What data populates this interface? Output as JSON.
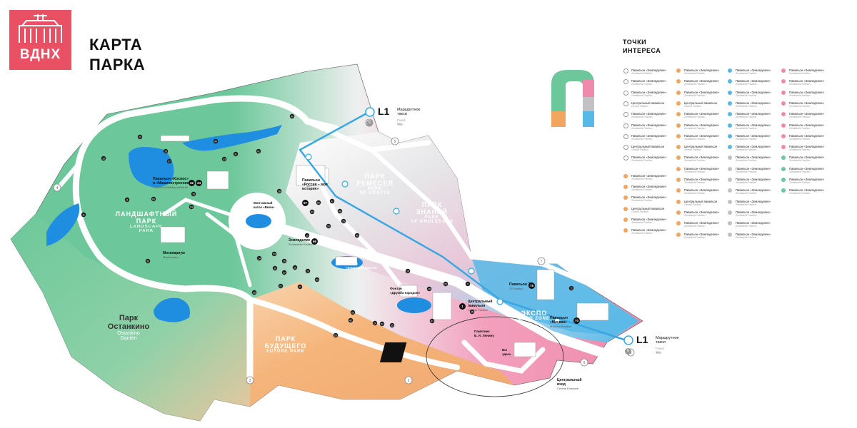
{
  "logo": {
    "text": "ВДНХ",
    "color": "#ea5064"
  },
  "title": {
    "line1": "КАРТА",
    "line2": "ПАРКА"
  },
  "legend": {
    "title_line1": "ТОЧКИ",
    "title_line2": "ИНТЕРЕСА",
    "columns": [
      {
        "items": [
          {
            "name": "Павильон «Земледелие»",
            "sub": "Zemledelie Pavilion",
            "dot": "outline"
          },
          {
            "name": "Павильон «Земледелие»",
            "sub": "Zemledelie Pavilion",
            "dot": "outline"
          },
          {
            "name": "Павильон «Земледелие»",
            "sub": "Zemledelie Pavilion",
            "dot": "outline"
          },
          {
            "name": "Центральный павильон",
            "sub": "Central Pavilion",
            "dot": "outline"
          },
          {
            "name": "Павильон «Земледелие»",
            "sub": "Zemledelie Pavilion",
            "dot": "outline"
          },
          {
            "name": "Павильон «Земледелие»",
            "sub": "Zemledelie Pavilion",
            "dot": "outline"
          },
          {
            "name": "Павильон «Земледелие»",
            "sub": "Zemledelie Pavilion",
            "dot": "outline"
          },
          {
            "name": "Центральный павильон",
            "sub": "Central Pavilion",
            "dot": "outline"
          },
          {
            "name": "Павильон «Земледелие»",
            "sub": "Zemledelie Pavilion",
            "dot": "outline"
          },
          {
            "name": "Павильон «Земледелие»",
            "sub": "Zemledelie Pavilion",
            "dot": "orange"
          },
          {
            "name": "Павильон «Земледелие»",
            "sub": "Zemledelie Pavilion",
            "dot": "orange"
          },
          {
            "name": "Павильон «Земледелие»",
            "sub": "Zemledelie Pavilion",
            "dot": "orange"
          },
          {
            "name": "Центральный павильон",
            "sub": "Central Pavilion",
            "dot": "orange"
          },
          {
            "name": "Павильон «Земледелие»",
            "sub": "Zemledelie Pavilion",
            "dot": "orange"
          },
          {
            "name": "Павильон «Земледелие»",
            "sub": "Zemledelie Pavilion",
            "dot": "orange"
          }
        ]
      },
      {
        "items": [
          {
            "name": "Павильон «Земледелие»",
            "sub": "Zemledelie Pavilion",
            "dot": "orange"
          },
          {
            "name": "Павильон «Земледелие»",
            "sub": "Zemledelie Pavilion",
            "dot": "orange"
          },
          {
            "name": "Павильон «Земледелие»",
            "sub": "Zemledelie Pavilion",
            "dot": "orange"
          },
          {
            "name": "Центральный павильон",
            "sub": "Central Pavilion",
            "dot": "orange"
          },
          {
            "name": "Павильон «Земледелие»",
            "sub": "Zemledelie Pavilion",
            "dot": "orange"
          },
          {
            "name": "Павильон «Земледелие»",
            "sub": "Zemledelie Pavilion",
            "dot": "orange"
          },
          {
            "name": "Павильон «Земледелие»",
            "sub": "Zemledelie Pavilion",
            "dot": "orange"
          },
          {
            "name": "Центральный павильон",
            "sub": "Central Pavilion",
            "dot": "orange"
          },
          {
            "name": "Павильон «Земледелие»",
            "sub": "Zemledelie Pavilion",
            "dot": "orange"
          },
          {
            "name": "Павильон «Земледелие»",
            "sub": "Zemledelie Pavilion",
            "dot": "orange"
          },
          {
            "name": "Павильон «Земледелие»",
            "sub": "Zemledelie Pavilion",
            "dot": "orange"
          },
          {
            "name": "Павильон «Земледелие»",
            "sub": "Zemledelie Pavilion",
            "dot": "orange"
          },
          {
            "name": "Центральный павильон",
            "sub": "Central Pavilion",
            "dot": "orange"
          },
          {
            "name": "Павильон «Земледелие»",
            "sub": "Zemledelie Pavilion",
            "dot": "orange"
          },
          {
            "name": "Павильон «Земледелие»",
            "sub": "Zemledelie Pavilion",
            "dot": "orange"
          },
          {
            "name": "Павильон «Земледелие»",
            "sub": "Zemledelie Pavilion",
            "dot": "orange"
          }
        ]
      },
      {
        "items": [
          {
            "name": "Павильон «Земледелие»",
            "sub": "Zemledelie Pavilion",
            "dot": "blue"
          },
          {
            "name": "Павильон «Земледелие»",
            "sub": "Zemledelie Pavilion",
            "dot": "blue"
          },
          {
            "name": "Павильон «Земледелие»",
            "sub": "Zemledelie Pavilion",
            "dot": "blue"
          },
          {
            "name": "Павильон «Земледелие»",
            "sub": "Zemledelie Pavilion",
            "dot": "blue"
          },
          {
            "name": "Павильон «Земледелие»",
            "sub": "Zemledelie Pavilion",
            "dot": "blue"
          },
          {
            "name": "Павильон «Земледелие»",
            "sub": "Zemledelie Pavilion",
            "dot": "blue"
          },
          {
            "name": "Павильон «Земледелие»",
            "sub": "Zemledelie Pavilion",
            "dot": "blue"
          },
          {
            "name": "Павильон «Земледелие»",
            "sub": "Zemledelie Pavilion",
            "dot": "blue"
          },
          {
            "name": "Павильон «Земледелие»",
            "sub": "Zemledelie Pavilion",
            "dot": "grey"
          },
          {
            "name": "Павильон «Земледелие»",
            "sub": "Zemledelie Pavilion",
            "dot": "grey"
          },
          {
            "name": "Павильон «Земледелие»",
            "sub": "Zemledelie Pavilion",
            "dot": "grey"
          },
          {
            "name": "Павильон «Земледелие»",
            "sub": "Zemledelie Pavilion",
            "dot": "grey"
          },
          {
            "name": "Павильон «Земледелие»",
            "sub": "Zemledelie Pavilion",
            "dot": "grey"
          },
          {
            "name": "Павильон «Земледелие»",
            "sub": "Zemledelie Pavilion",
            "dot": "grey"
          },
          {
            "name": "Павильон «Земледелие»",
            "sub": "Zemledelie Pavilion",
            "dot": "grey"
          },
          {
            "name": "Павильон «Земледелие»",
            "sub": "Zemledelie Pavilion",
            "dot": "grey"
          }
        ]
      },
      {
        "items": [
          {
            "name": "Павильон «Земледелие»",
            "sub": "Zemledelie Pavilion",
            "dot": "pink"
          },
          {
            "name": "Павильон «Земледелие»",
            "sub": "Zemledelie Pavilion",
            "dot": "pink"
          },
          {
            "name": "Павильон «Земледелие»",
            "sub": "Zemledelie Pavilion",
            "dot": "pink"
          },
          {
            "name": "Павильон «Земледелие»",
            "sub": "Zemledelie Pavilion",
            "dot": "pink"
          },
          {
            "name": "Павильон «Земледелие»",
            "sub": "Zemledelie Pavilion",
            "dot": "pink"
          },
          {
            "name": "Павильон «Земледелие»",
            "sub": "Zemledelie Pavilion",
            "dot": "pink"
          },
          {
            "name": "Павильон «Земледелие»",
            "sub": "Zemledelie Pavilion",
            "dot": "pink"
          },
          {
            "name": "Павильон «Земледелие»",
            "sub": "Zemledelie Pavilion",
            "dot": "pink"
          },
          {
            "name": "Павильон «Земледелие»",
            "sub": "Zemledelie Pavilion",
            "dot": "green"
          },
          {
            "name": "Павильон «Земледелие»",
            "sub": "Zemledelie Pavilion",
            "dot": "green"
          },
          {
            "name": "Павильон «Земледелие»",
            "sub": "Zemledelie Pavilion",
            "dot": "green"
          },
          {
            "name": "Павильон «Земледелие»",
            "sub": "Zemledelie Pavilion",
            "dot": "green"
          }
        ]
      }
    ]
  },
  "zones": {
    "landscape": {
      "ru1": "ЛАНДШАФТНЫЙ",
      "ru2": "ПАРК",
      "en1": "LANDSCAPE",
      "en2": "PARK"
    },
    "ostankino": {
      "ru1": "Парк",
      "ru2": "Останкино",
      "en1": "Ostankino",
      "en2": "Garden"
    },
    "crafts": {
      "ru1": "ПАРК",
      "ru2": "РЕМЕСЕЛ",
      "en1": "PARK",
      "en2": "OF CRAFTS"
    },
    "knowledge": {
      "ru1": "ПАРК",
      "ru2": "ЗНАНИЙ",
      "en1": "PARK",
      "en2": "OF KNOLEDGES"
    },
    "future": {
      "ru1": "ПАРК",
      "ru2": "БУДУЩЕГО",
      "en1": "FUTURE PARK"
    },
    "expo": {
      "ru1": "ЭКСПО",
      "en1": "EXPO ZONE"
    }
  },
  "taxi": {
    "top": {
      "code": "L1",
      "label": "Маршрутное",
      "label2": "такси",
      "sub1": "Fixed-run",
      "sub2": "Taxi",
      "num": "6"
    },
    "bottom": {
      "code": "L1",
      "label": "Маршрутное",
      "label2": "такси",
      "sub1": "Fixed-run",
      "sub2": "Taxi",
      "num": "6"
    }
  },
  "places": {
    "kosmos": {
      "t1": "Павильон «Космос»",
      "t2": "и «Машиностроение»",
      "sub": "Kosmos & Mashinostroenie",
      "n1": "32",
      "n2": "34"
    },
    "russia": {
      "t1": "Павильон",
      "t2": "«Россия – моя",
      "t3": "история»",
      "n": "57"
    },
    "montage": {
      "t1": "Монтажный",
      "t2": "каток «Вион»"
    },
    "zemledelie": {
      "t1": "Земледелие",
      "sub": "Zemledelie Pavilion",
      "n": "66"
    },
    "moskvarium": {
      "t1": "Москвариум",
      "sub": "Moskvarium"
    },
    "stone_flower": {
      "t1": "Фонтан",
      "t2": "«Каменный цветок»"
    },
    "friendship": {
      "t1": "Фонтан",
      "t2": "«Дружба народов»"
    },
    "central_pav": {
      "t1": "Центральный",
      "t2": "павильон",
      "sub": "Central Pavilion",
      "n": "1"
    },
    "pav75": {
      "t1": "Павильон 75",
      "sub": "75 Pavilion",
      "n": "75"
    },
    "moscow": {
      "t1": "Павильон",
      "t2": "«Москва»",
      "sub": "Moscow Pavilion",
      "n": "70"
    },
    "lenin": {
      "t1": "Памятник",
      "t2": "В. И. Ленину"
    },
    "central_entrance": {
      "t1": "Центральный",
      "t2": "вход",
      "sub": "Central Entrance"
    },
    "you_are_here": {
      "t1": "Вы",
      "t2": "здесь"
    }
  },
  "gate_numbers": [
    "4",
    "3",
    "2",
    "9",
    "5",
    "8",
    "7",
    "6"
  ],
  "poi_numbers": [
    "40",
    "44",
    "22",
    "41",
    "16",
    "19",
    "27",
    "33",
    "31",
    "69",
    "54",
    "11",
    "15",
    "11",
    "47",
    "62",
    "63",
    "38",
    "48",
    "25",
    "46",
    "29",
    "10",
    "50",
    "26",
    "12",
    "13",
    "14",
    "30",
    "35",
    "36",
    "37",
    "21",
    "17",
    "43",
    "23",
    "42",
    "24",
    "52",
    "18",
    "28",
    "53",
    "55",
    "67",
    "20",
    "9",
    "45",
    "71"
  ],
  "colors": {
    "green": "#6cc89a",
    "pink": "#ef8aac",
    "grey": "#c2c2c4",
    "blue": "#58b8e6",
    "orange": "#f2a55e",
    "water": "#1f8ee0",
    "route": "#3aa7e3",
    "brand": "#ea5064",
    "dark": "#111111"
  }
}
